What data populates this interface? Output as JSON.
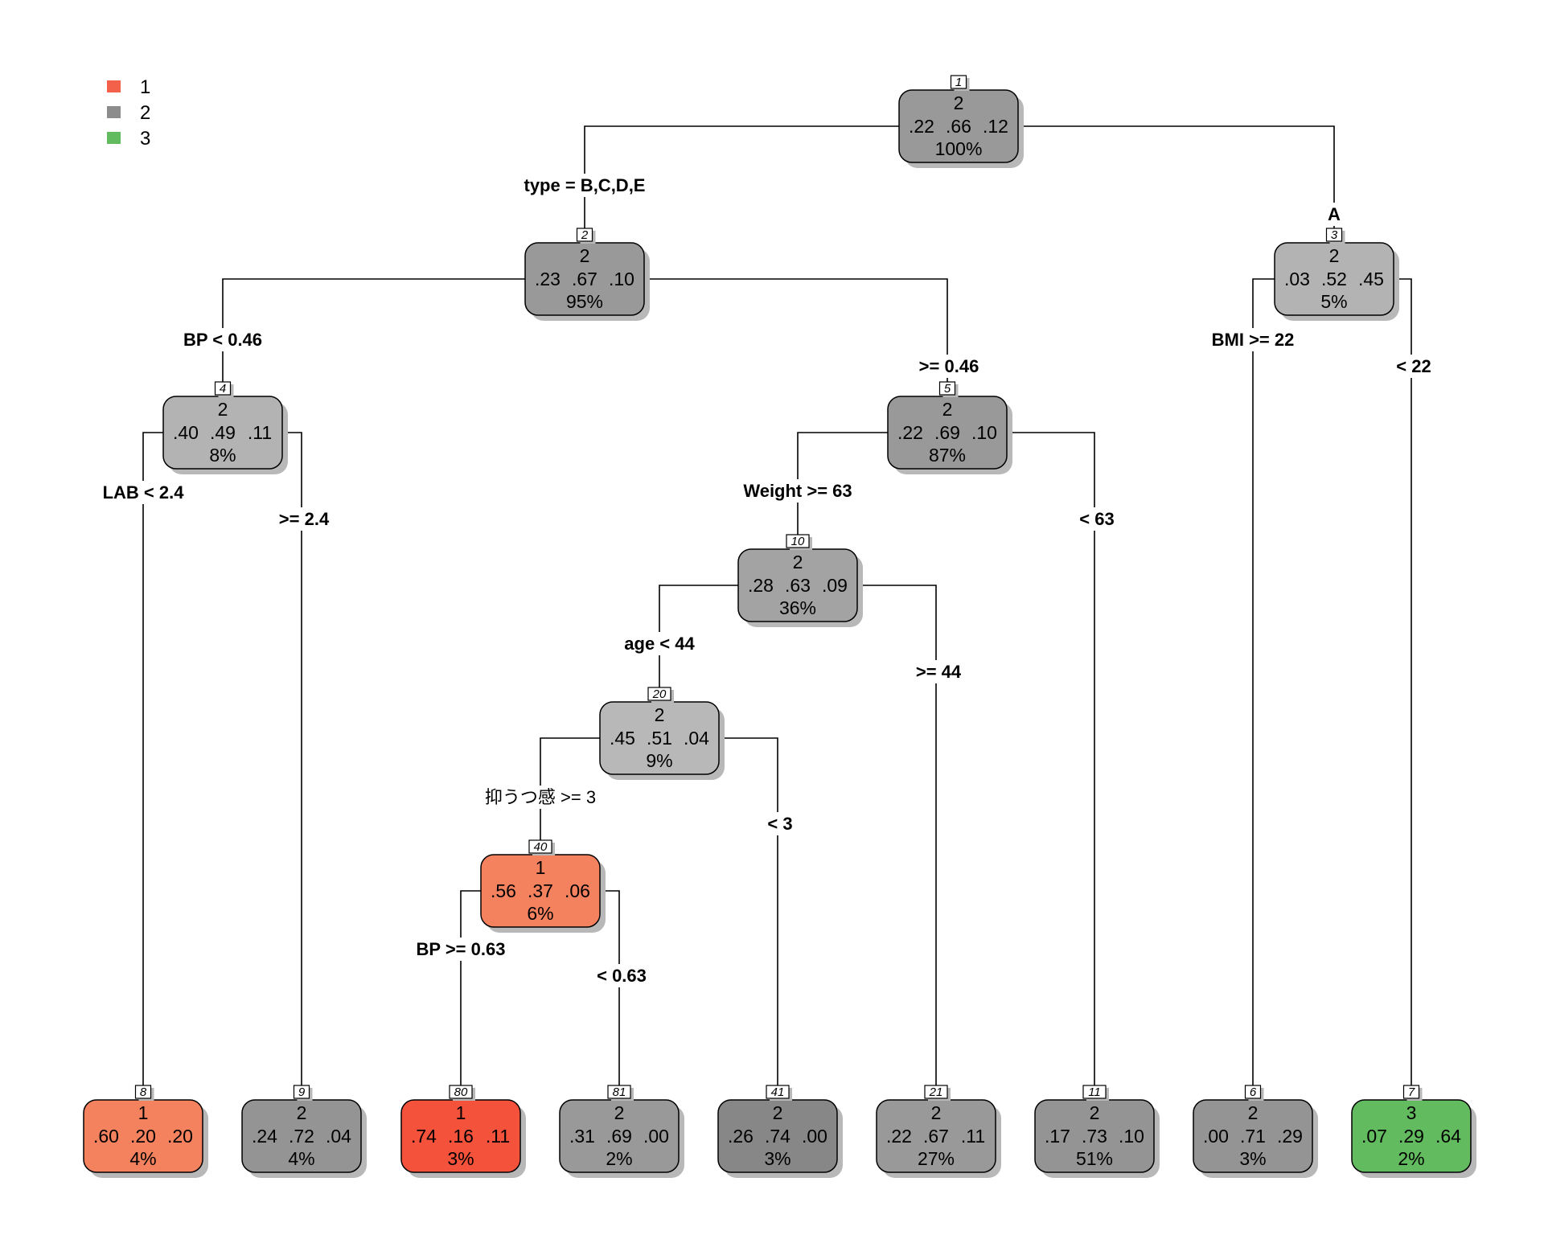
{
  "legend": [
    {
      "label": "1",
      "color": "#F4614A"
    },
    {
      "label": "2",
      "color": "#8C8C8C"
    },
    {
      "label": "3",
      "color": "#62BB5E"
    }
  ],
  "nodes": [
    {
      "id": "1",
      "class": "2",
      "probs": [
        ".22",
        ".66",
        ".12"
      ],
      "pct": "100%",
      "fill": "#999999"
    },
    {
      "id": "2",
      "class": "2",
      "probs": [
        ".23",
        ".67",
        ".10"
      ],
      "pct": "95%",
      "fill": "#999999"
    },
    {
      "id": "3",
      "class": "2",
      "probs": [
        ".03",
        ".52",
        ".45"
      ],
      "pct": "5%",
      "fill": "#B3B3B3"
    },
    {
      "id": "4",
      "class": "2",
      "probs": [
        ".40",
        ".49",
        ".11"
      ],
      "pct": "8%",
      "fill": "#B3B3B3"
    },
    {
      "id": "5",
      "class": "2",
      "probs": [
        ".22",
        ".69",
        ".10"
      ],
      "pct": "87%",
      "fill": "#999999"
    },
    {
      "id": "10",
      "class": "2",
      "probs": [
        ".28",
        ".63",
        ".09"
      ],
      "pct": "36%",
      "fill": "#A3A3A3"
    },
    {
      "id": "20",
      "class": "2",
      "probs": [
        ".45",
        ".51",
        ".04"
      ],
      "pct": "9%",
      "fill": "#B8B8B8"
    },
    {
      "id": "40",
      "class": "1",
      "probs": [
        ".56",
        ".37",
        ".06"
      ],
      "pct": "6%",
      "fill": "#F5825F"
    },
    {
      "id": "8",
      "class": "1",
      "probs": [
        ".60",
        ".20",
        ".20"
      ],
      "pct": "4%",
      "fill": "#F5825F"
    },
    {
      "id": "9",
      "class": "2",
      "probs": [
        ".24",
        ".72",
        ".04"
      ],
      "pct": "4%",
      "fill": "#949494"
    },
    {
      "id": "80",
      "class": "1",
      "probs": [
        ".74",
        ".16",
        ".11"
      ],
      "pct": "3%",
      "fill": "#F4523B"
    },
    {
      "id": "81",
      "class": "2",
      "probs": [
        ".31",
        ".69",
        ".00"
      ],
      "pct": "2%",
      "fill": "#999999"
    },
    {
      "id": "41",
      "class": "2",
      "probs": [
        ".26",
        ".74",
        ".00"
      ],
      "pct": "3%",
      "fill": "#878787"
    },
    {
      "id": "21",
      "class": "2",
      "probs": [
        ".22",
        ".67",
        ".11"
      ],
      "pct": "27%",
      "fill": "#999999"
    },
    {
      "id": "11",
      "class": "2",
      "probs": [
        ".17",
        ".73",
        ".10"
      ],
      "pct": "51%",
      "fill": "#949494"
    },
    {
      "id": "6",
      "class": "2",
      "probs": [
        ".00",
        ".71",
        ".29"
      ],
      "pct": "3%",
      "fill": "#949494"
    },
    {
      "id": "7",
      "class": "3",
      "probs": [
        ".07",
        ".29",
        ".64"
      ],
      "pct": "2%",
      "fill": "#62BB5E"
    }
  ],
  "edges": [
    {
      "parent": "1",
      "left": "2",
      "right": "3",
      "left_label": "type = B,C,D,E",
      "right_label": "A"
    },
    {
      "parent": "2",
      "left": "4",
      "right": "5",
      "left_label": "BP < 0.46",
      "right_label": ">= 0.46"
    },
    {
      "parent": "4",
      "left": "8",
      "right": "9",
      "left_label": "LAB < 2.4",
      "right_label": ">= 2.4"
    },
    {
      "parent": "5",
      "left": "10",
      "right": "11",
      "left_label": "Weight >= 63",
      "right_label": "< 63"
    },
    {
      "parent": "10",
      "left": "20",
      "right": "21",
      "left_label": "age < 44",
      "right_label": ">= 44"
    },
    {
      "parent": "20",
      "left": "40",
      "right": "41",
      "left_label": "抑うつ感 >= 3",
      "right_label": "< 3"
    },
    {
      "parent": "40",
      "left": "80",
      "right": "81",
      "left_label": "BP >= 0.63",
      "right_label": "< 0.63"
    },
    {
      "parent": "3",
      "left": "6",
      "right": "7",
      "left_label": "BMI >= 22",
      "right_label": "< 22"
    }
  ]
}
